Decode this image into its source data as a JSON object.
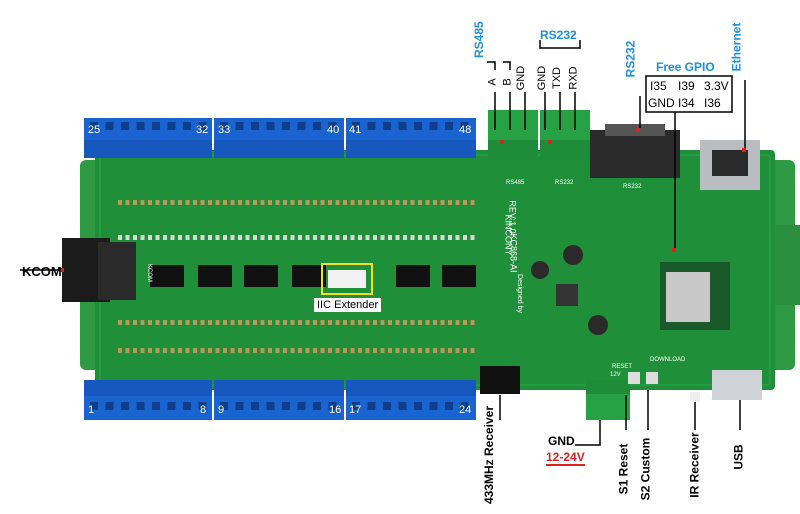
{
  "terminal_blocks": {
    "top_left": {
      "start": "25",
      "end": "32"
    },
    "top_mid": {
      "start": "33",
      "end": "40"
    },
    "top_right": {
      "start": "41",
      "end": "48"
    },
    "bottom_left": {
      "start": "1",
      "end": "8"
    },
    "bottom_mid": {
      "start": "9",
      "end": "16"
    },
    "bottom_right": {
      "start": "17",
      "end": "24"
    }
  },
  "labels": {
    "rs485": "RS485",
    "rs485_a": "A",
    "rs485_b": "B",
    "rs485_gnd": "GND",
    "rs232_top": "RS232",
    "rs232_gnd": "GND",
    "rs232_txd": "TXD",
    "rs232_rxd": "RXD",
    "rs232_db9": "RS232",
    "free_gpio": "Free GPIO",
    "ethernet": "Ethernet",
    "gpio_row1": [
      "I35",
      "I39",
      "3.3V"
    ],
    "gpio_row2": [
      "GND",
      "I34",
      "I36"
    ],
    "kcom": "KCOM",
    "iic_extender": "IIC Extender",
    "receiver_433": "433MHz Receiver",
    "power_gnd": "GND",
    "power_voltage": "12-24V",
    "s1_reset": "S1 Reset",
    "s2_custom": "S2 Custom",
    "ir_receiver": "IR Receiver",
    "usb": "USB"
  },
  "board": {
    "model": "KC868-AI",
    "rev": "REV:1.0",
    "brand": "KINCONY",
    "designed_by": "Designed by",
    "silk_rs485": "RS485",
    "silk_rs232": "RS232",
    "silk_rs232b": "RS232",
    "silk_reset": "RESET",
    "silk_download": "DOWNLOAD",
    "silk_12v": "12V",
    "silk_kcom": "KCOM"
  },
  "colors": {
    "label_blue": "#1e8fe0",
    "voltage_red": "#e0201c",
    "pcb_green": "#1f8f3a",
    "terminal_blue": "#1a64d2",
    "terminal_green": "#26a244",
    "arrow_red": "#e0201c"
  }
}
